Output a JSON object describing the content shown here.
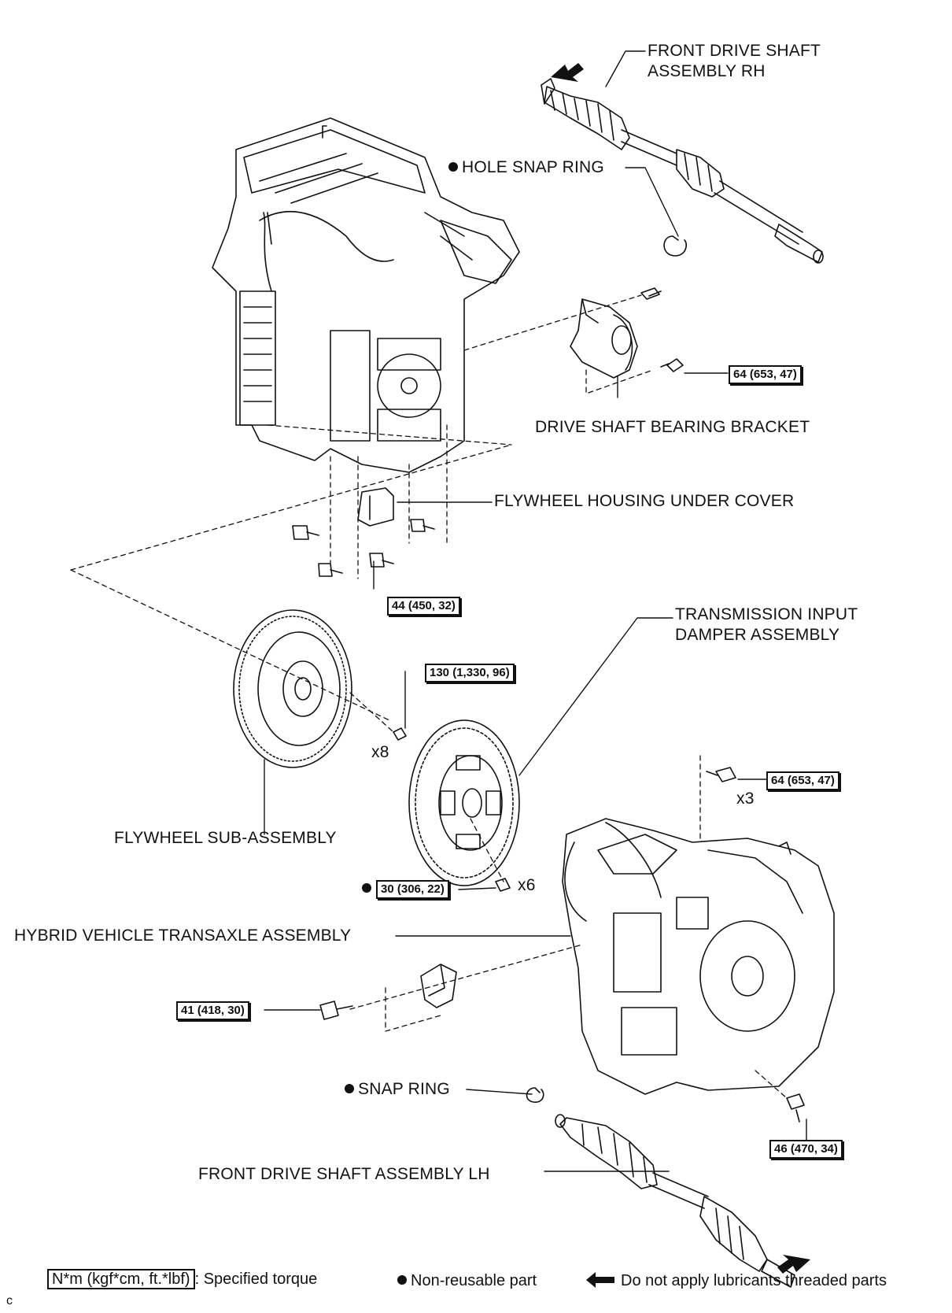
{
  "labels": {
    "front_drive_shaft_rh": "FRONT DRIVE SHAFT\nASSEMBLY RH",
    "hole_snap_ring": "HOLE SNAP RING",
    "drive_shaft_bearing_bracket": "DRIVE SHAFT BEARING BRACKET",
    "flywheel_housing_under_cover": "FLYWHEEL HOUSING UNDER COVER",
    "transmission_input_damper": "TRANSMISSION INPUT\nDAMPER ASSEMBLY",
    "flywheel_sub_assembly": "FLYWHEEL SUB-ASSEMBLY",
    "hybrid_transaxle": "HYBRID VEHICLE TRANSAXLE ASSEMBLY",
    "snap_ring": "SNAP RING",
    "front_drive_shaft_lh": "FRONT DRIVE SHAFT ASSEMBLY LH"
  },
  "torques": {
    "bracket_bolt": "64 (653, 47)",
    "cover_bolt": "44 (450, 32)",
    "flywheel_bolt": "130 (1,330, 96)",
    "transaxle_upper_bolt": "64 (653, 47)",
    "damper_bolt": "30 (306, 22)",
    "bracket_left_bolt": "41 (418, 30)",
    "transaxle_lower_bolt": "46 (470, 34)"
  },
  "quantities": {
    "flywheel_bolts": "x8",
    "transaxle_bolts": "x3",
    "damper_bolts": "x6"
  },
  "legend": {
    "torque_unit": "N*m (kgf*cm, ft.*lbf)",
    "torque_desc": ": Specified torque",
    "non_reusable": "Non-reusable part",
    "no_lubricant": "Do not apply lubricants threaded parts"
  },
  "corner_mark": "c",
  "colors": {
    "line": "#111111",
    "background": "#ffffff"
  }
}
